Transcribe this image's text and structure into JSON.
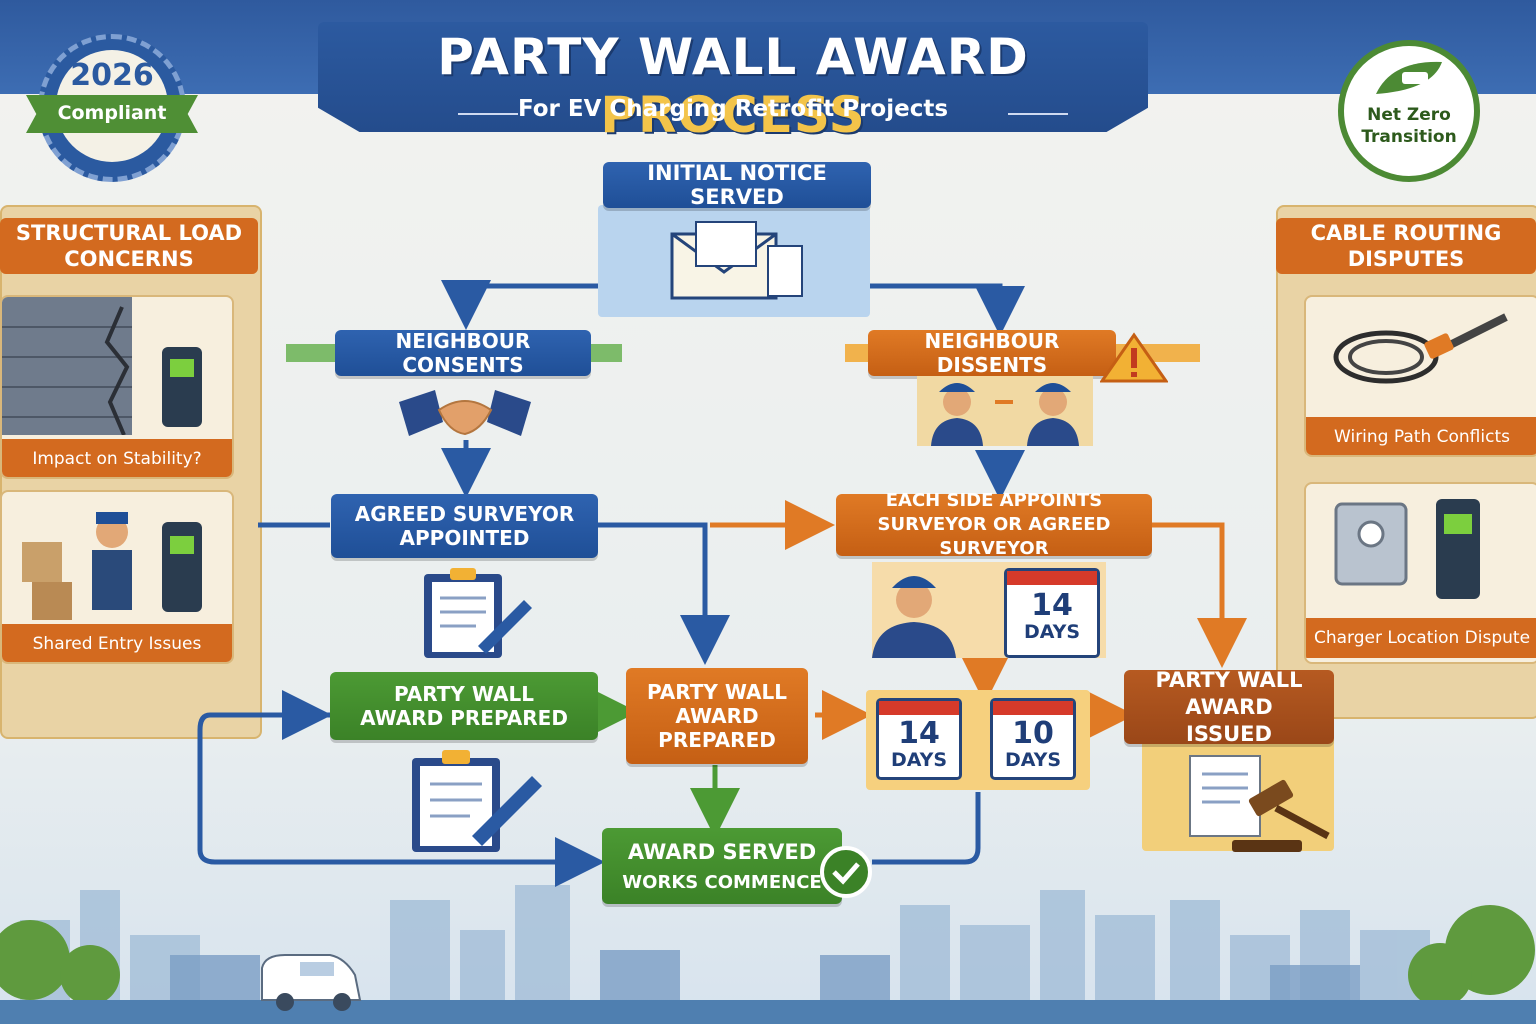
{
  "header": {
    "title_main": "PARTY WALL AWARD",
    "title_accent": "PROCESS",
    "subtitle": "For EV Charging Retrofit Projects"
  },
  "badges": {
    "left_year": "2026",
    "left_text": "Compliant",
    "right_line1": "Net Zero",
    "right_line2": "Transition"
  },
  "left_panel": {
    "heading": "STRUCTURAL LOAD CONCERNS",
    "cards": [
      "Impact on Stability?",
      "Shared Entry Issues"
    ]
  },
  "right_panel": {
    "heading": "CABLE ROUTING DISPUTES",
    "cards": [
      "Wiring Path Conflicts",
      "Charger Location Dispute"
    ]
  },
  "flow": {
    "initial_notice": "INITIAL NOTICE SERVED",
    "neighbour_consents": "NEIGHBOUR CONSENTS",
    "neighbour_dissents": "NEIGHBOUR DISSENTS",
    "agreed_surveyor": "AGREED SURVEYOR APPOINTED",
    "each_side": "EACH SIDE APPOINTS SURVEYOR OR AGREED SURVEYOR",
    "award_prepared_green": "PARTY WALL AWARD PREPARED",
    "award_prepared_orange": "PARTY WALL AWARD PREPARED",
    "award_issued": "PARTY WALL AWARD ISSUED",
    "award_served": "AWARD SERVED",
    "works_commence": "WORKS COMMENCE"
  },
  "calendars": [
    {
      "number": "14",
      "unit": "DAYS"
    },
    {
      "number": "14",
      "unit": "DAYS"
    },
    {
      "number": "10",
      "unit": "DAYS"
    }
  ],
  "colors": {
    "primary_blue": "#2f63b0",
    "green": "#4c9a34",
    "orange": "#e07a25",
    "brown": "#b65a21",
    "gold": "#f3c44a"
  },
  "icons": [
    "envelope-icon",
    "handshake-icon",
    "surveyors-icon",
    "warning-icon",
    "clipboard-pen-icon",
    "checkmark-icon",
    "gavel-icon",
    "ev-charger-icon",
    "cable-icon",
    "worker-icon",
    "van-icon"
  ]
}
